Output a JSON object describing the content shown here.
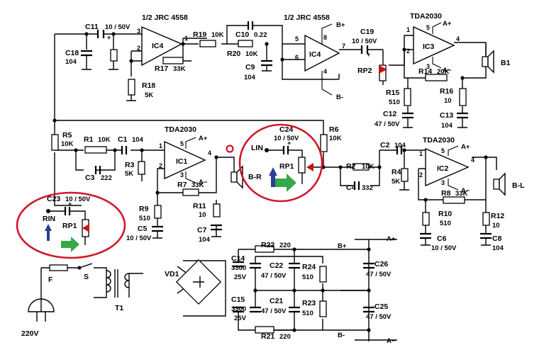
{
  "ic4a": {
    "title": "1/2 JRC 4558",
    "label": "IC4"
  },
  "ic4b": {
    "title": "1/2 JRC 4558",
    "label": "IC4"
  },
  "ic1": {
    "title": "TDA2030",
    "label": "IC1"
  },
  "ic2": {
    "title": "TDA2030",
    "label": "IC2"
  },
  "ic3": {
    "title": "TDA2030",
    "label": "IC3"
  },
  "pins": {
    "p1": "1",
    "p2": "2",
    "p3": "3",
    "p4": "4",
    "p5": "5",
    "p6": "6",
    "p7": "7",
    "p8": "8"
  },
  "rails": {
    "a_plus": "A+",
    "a_minus": "A−",
    "b_plus": "B+",
    "b_minus": "B-",
    "plus_sign": "+"
  },
  "parts": {
    "c11": "C11",
    "c11_v": "10 / 50V",
    "c18": "C18",
    "c18_v": "104",
    "r17": "R17",
    "r17_v": "33K",
    "r18": "R18",
    "r18_v": "5K",
    "r19": "R19",
    "r19_v": "10K",
    "c10": "C10",
    "c10_v": "0.22",
    "r20": "R20",
    "r20_v": "10K",
    "c9": "C9",
    "c9_v": "104",
    "c19": "C19",
    "c19_v": "10 / 50V",
    "rp2": "RP2",
    "r14": "R14",
    "r14_v": "20K",
    "r15": "R15",
    "r15_v": "510",
    "r16": "R16",
    "r16_v": "10",
    "c12": "C12",
    "c12_v": "47 / 50V",
    "c13": "C13",
    "c13_v": "104",
    "b1": "B1",
    "r5": "R5",
    "r5_v": "10K",
    "r1": "R1",
    "r1_v": "10K",
    "c1": "C1",
    "c1_v": "104",
    "c3": "C3",
    "c3_v": "222",
    "r3": "R3",
    "r3_v": "5K",
    "r7": "R7",
    "r7_v": "33K",
    "r9": "R9",
    "r9_v": "510",
    "r11": "R11",
    "r11_v": "10",
    "c5": "C5",
    "c5_v": "10 / 50V",
    "c7": "C7",
    "c7_v": "104",
    "br": "B-R",
    "c24": "C24",
    "c24_v": "10 / 50V",
    "lin": "LIN",
    "rp1a": "RP1",
    "r6": "R6",
    "r6_v": "10K",
    "r2": "R2",
    "r2_v": "10K",
    "c2": "C2",
    "c2_v": "104",
    "c4": "C4",
    "c4_v": "332",
    "r4": "R4",
    "r4_v": "5K",
    "r8": "R8",
    "r8_v": "33K",
    "r10": "R10",
    "r10_v": "510",
    "r12": "R12",
    "r12_v": "10",
    "c6": "C6",
    "c6_v": "10 / 50V",
    "c8": "C8",
    "c8_v": "104",
    "bl": "B-L",
    "c23": "C23",
    "c23_v": "10 / 50V",
    "rin": "RIN",
    "rp1b": "RP1",
    "f": "F",
    "s": "S",
    "t1": "T1",
    "vd1": "VD1",
    "mains": "220V",
    "c14": "C14",
    "c14_v": "3300",
    "c14_v2": "25V",
    "c15": "C15",
    "c15_v": "3300",
    "c15_v2": "25V",
    "r22": "R22",
    "r22_v": "220",
    "r21": "R21",
    "r21_v": "220",
    "c22": "C22",
    "c22_v": "47 / 50V",
    "c21": "C21",
    "c21_v": "47 / 50V",
    "r24": "R24",
    "r24_v": "510",
    "r23": "R23",
    "r23_v": "510",
    "c26": "C26",
    "c26_v": "47 / 50V",
    "c25": "C25",
    "c25_v": "47 / 50V"
  }
}
